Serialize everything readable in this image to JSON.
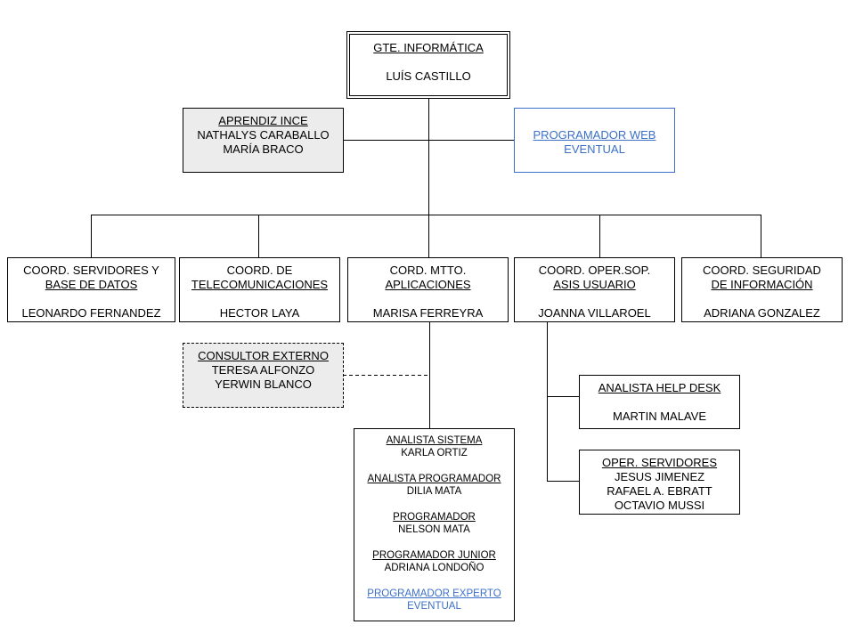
{
  "gte": {
    "title": "GTE. INFORMÁTICA",
    "name": "LUÍS CASTILLO"
  },
  "aprendiz": {
    "title": "APRENDIZ INCE",
    "names": [
      "NATHALYS CARABALLO",
      "MARÍA BRACO"
    ]
  },
  "programador_web": {
    "title": "PROGRAMADOR WEB",
    "note": "EVENTUAL"
  },
  "coordinators": [
    {
      "line1": "COORD. SERVIDORES Y",
      "line2": "BASE DE DATOS",
      "name": "LEONARDO FERNANDEZ"
    },
    {
      "line1": "COORD. DE",
      "line2": "TELECOMUNICACIONES",
      "name": "HECTOR LAYA"
    },
    {
      "line1": "CORD. MTTO.",
      "line2": "APLICACIONES",
      "name": "MARISA FERREYRA"
    },
    {
      "line1": "COORD. OPER.SOP.",
      "line2": "ASIS USUARIO",
      "name": "JOANNA VILLAROEL"
    },
    {
      "line1": "COORD. SEGURIDAD",
      "line2": "DE INFORMACIÓN",
      "name": "ADRIANA GONZALEZ"
    }
  ],
  "consultor": {
    "title": "CONSULTOR EXTERNO",
    "names": [
      "TERESA ALFONZO",
      "YERWIN BLANCO"
    ]
  },
  "helpdesk": {
    "title": "ANALISTA HELP DESK",
    "name": "MARTIN MALAVE"
  },
  "oper_servidores": {
    "title": "OPER. SERVIDORES",
    "names": [
      "JESUS JIMENEZ",
      "RAFAEL A. EBRATT",
      "OCTAVIO MUSSI"
    ]
  },
  "aplicaciones_team": [
    {
      "role": "ANALISTA SISTEMA",
      "name": "KARLA ORTIZ"
    },
    {
      "role": "ANALISTA PROGRAMADOR",
      "name": "DILIA MATA"
    },
    {
      "role": "PROGRAMADOR",
      "name": "NELSON MATA"
    },
    {
      "role": "PROGRAMADOR JUNIOR",
      "name": "ADRIANA LONDOÑO"
    },
    {
      "role": "PROGRAMADOR EXPERTO",
      "name": "EVENTUAL",
      "eventual": true
    }
  ],
  "colors": {
    "eventual": "#3b6fc8",
    "support_fill": "#ececec",
    "line": "#000000"
  }
}
